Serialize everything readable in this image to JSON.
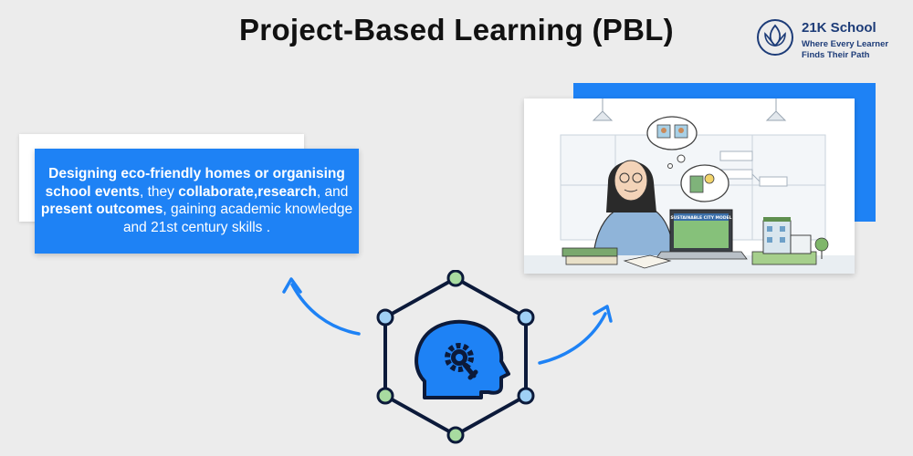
{
  "title": "Project-Based Learning (PBL)",
  "logo": {
    "brand": "21K School",
    "tagline_line1": "Where Every Learner",
    "tagline_line2": "Finds Their Path"
  },
  "info_card": {
    "seg1_bold": "Designing eco-friendly homes or organising school events",
    "seg2": ", they ",
    "seg3_bold": "collaborate,research",
    "seg4": ", and ",
    "seg5_bold": "present outcomes",
    "seg6": ", gaining academic knowledge and 21st century skills ."
  },
  "illustration": {
    "laptop_screen_text": "SUSTAINABLE CITY MODEL"
  },
  "colors": {
    "accent_blue": "#1e82f5",
    "node_blue": "#9fd0f5",
    "node_green": "#a8dba0",
    "dark_navy": "#0c1a3a",
    "background": "#ececec"
  },
  "icons": [
    "head-gear-icon",
    "arrow-left-icon",
    "arrow-right-icon",
    "logo-lotus-icon"
  ]
}
